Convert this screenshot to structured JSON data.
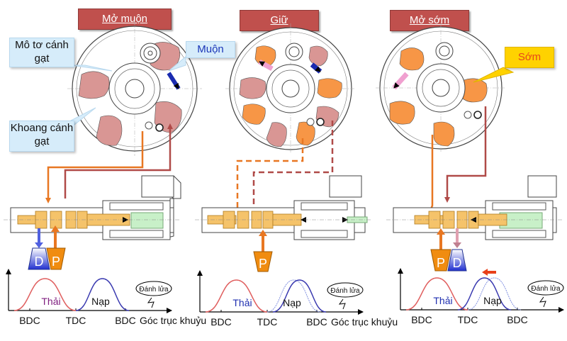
{
  "panels": [
    {
      "id": "late",
      "title": "Mở muộn",
      "callouts": {
        "motor": "Mô tơ cánh gạt",
        "chamber": "Khoang cánh gạt",
        "state": "Muộn"
      },
      "ports": [
        "D",
        "P"
      ],
      "chart": {
        "exhaust_label": "Thải",
        "intake_label": "Nạp",
        "ignition_label": "Đánh lửa",
        "ticks": [
          "BDC",
          "TDC",
          "BDC"
        ],
        "axis_label": "Góc trục khuỷu"
      }
    },
    {
      "id": "hold",
      "title": "Giữ",
      "ports": [
        "P"
      ],
      "chart": {
        "exhaust_label": "Thải",
        "intake_label": "Nạp",
        "ignition_label": "Đánh lửa",
        "ticks": [
          "BDC",
          "TDC",
          "BDC"
        ],
        "axis_label": "Góc trục khuỷu"
      }
    },
    {
      "id": "early",
      "title": "Mở sớm",
      "callouts": {
        "state": "Sớm"
      },
      "ports": [
        "P",
        "D"
      ],
      "chart": {
        "exhaust_label": "Thải",
        "intake_label": "Nạp",
        "ignition_label": "Đánh lửa",
        "ticks": [
          "BDC",
          "TDC",
          "BDC"
        ]
      }
    }
  ],
  "colors": {
    "title_bg": "#c0504d",
    "callout_bg": "#d6ecfa",
    "early_callout_bg": "#ffd200",
    "vane_late": "#d99694",
    "vane_advance": "#f79646",
    "exhaust_curve": "#e06060",
    "intake_curve": "#3a3ab0",
    "oil_pressure": "#e87722",
    "drain_line": "#b04a48",
    "drain_port": "#2b3bd0",
    "pressure_port": "#f08c10"
  }
}
